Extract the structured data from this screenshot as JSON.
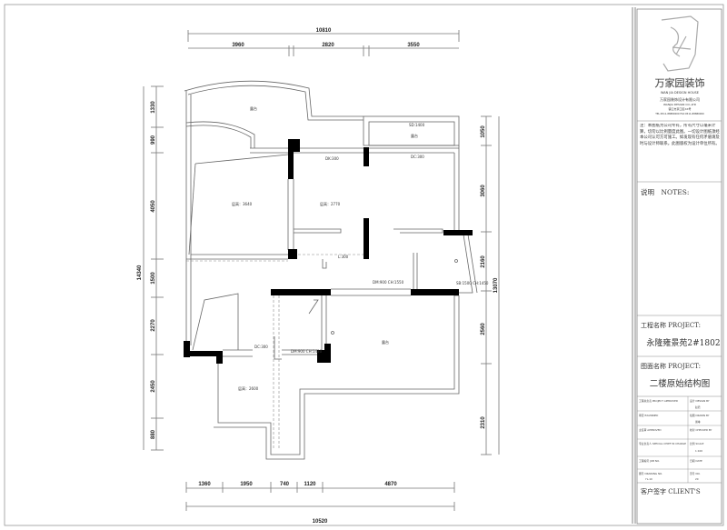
{
  "plan": {
    "top_dims": {
      "total": "10810",
      "segments": [
        "3960",
        "2820",
        "3550"
      ]
    },
    "bottom_dims": {
      "total": "10520",
      "segments": [
        "1360",
        "1950",
        "740",
        "1120",
        "4870"
      ]
    },
    "left_dims": {
      "total": "14340",
      "segments": [
        "1330",
        "990",
        "4050",
        "1500",
        "2270",
        "2450",
        "880"
      ]
    },
    "right_dims": {
      "total": "13070",
      "segments": [
        "1050",
        "3060",
        "2160",
        "2560",
        "2310"
      ]
    },
    "room_labels": {
      "balcony_top": "露台",
      "balcony_right": "露台",
      "sd_top": "SD:1400",
      "dk_top": "DK:300",
      "dk_right": "DC:300",
      "room_left": "层高：3640",
      "room_mid": "层高：2770",
      "beam": "L:300",
      "door1": "DM:900\nCH:1550",
      "door2": "DM:900\nCH:1430",
      "door3": "SB:1500\nCH:1450",
      "dk_lower": "DC:300",
      "room_lower": "层高：2600",
      "terrace": "露台"
    }
  },
  "title_block": {
    "company_cn": "万家园装饰",
    "company_en": "WAN JIA DESIGN HOUSE",
    "company_full": "万家园装饰设计有限公司",
    "company_sub": "WANJIA DESIGN CO.,LTD",
    "address": "镇江市京口区XX号",
    "phone": "TEL:0511-88880000  FAX:0511-88880000",
    "note": "注：本图纸为公司专有，所有尺寸以毫米计算，切勿以比例量度此图。一切设计图纸须经本公司认可方可施工。如发现有任何矛盾请及时与设计师联系。此图版权为设计单位所有。",
    "notes_label": "说明　NOTES:",
    "project_label": "工程名称 PROJECT:",
    "project_name": "永隆雍景苑2#1802",
    "drawing_label": "图面名称 PROJECT:",
    "drawing_name": "二楼原始结构图",
    "grid": [
      [
        "工程总负责 PROJECT APPROVED",
        "设计 DESIGN BY",
        "",
        "赵君"
      ],
      [
        "审定 EXAMINED",
        "绘图 DRAWN BY",
        "",
        "谢琳"
      ],
      [
        "主任审 APPROVED",
        "校对 CHECKED BY",
        "",
        ""
      ],
      [
        "专业负责人 SPECIAL CHIEF IN CHARGE",
        "比例 SCALE",
        "",
        "1:100"
      ],
      [
        "工程编号 JOB NO.",
        "日期 DATE",
        "",
        ""
      ],
      [
        "图号 DRAWING NO.",
        "页号 NO.",
        "YL-10",
        "20"
      ]
    ],
    "client_label": "客户签字 CLIENT'S"
  }
}
